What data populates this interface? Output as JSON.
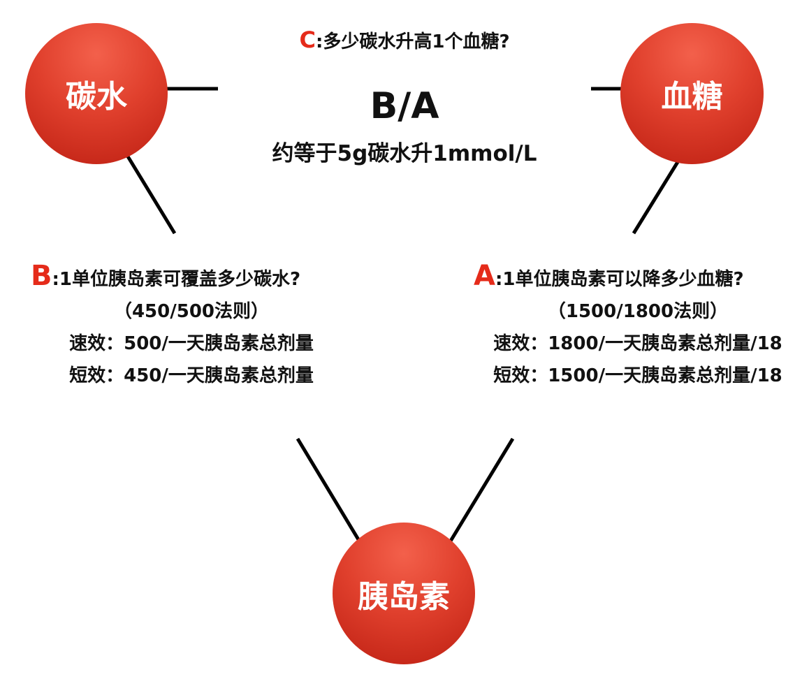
{
  "nodes": {
    "carb": "碳水",
    "sugar": "血糖",
    "insulin": "胰岛素"
  },
  "top": {
    "c_letter": "C",
    "c_text": ":多少碳水升高1个血糖?",
    "ratio": "B/A",
    "ratio_note": "约等于5g碳水升1mmol/L"
  },
  "left": {
    "letter": "B",
    "question": ":1单位胰岛素可覆盖多少碳水?",
    "rule": "（450/500法则）",
    "fast": "速效：500/一天胰岛素总剂量",
    "short": "短效：450/一天胰岛素总剂量"
  },
  "right": {
    "letter": "A",
    "question": ":1单位胰岛素可以降多少血糖?",
    "rule": "（1500/1800法则）",
    "fast": "速效：1800/一天胰岛素总剂量/18",
    "short": "短效：1500/一天胰岛素总剂量/18"
  },
  "colors": {
    "accent": "#e52b1a",
    "node_light": "#f3604b",
    "node_dark": "#bd1f12"
  }
}
